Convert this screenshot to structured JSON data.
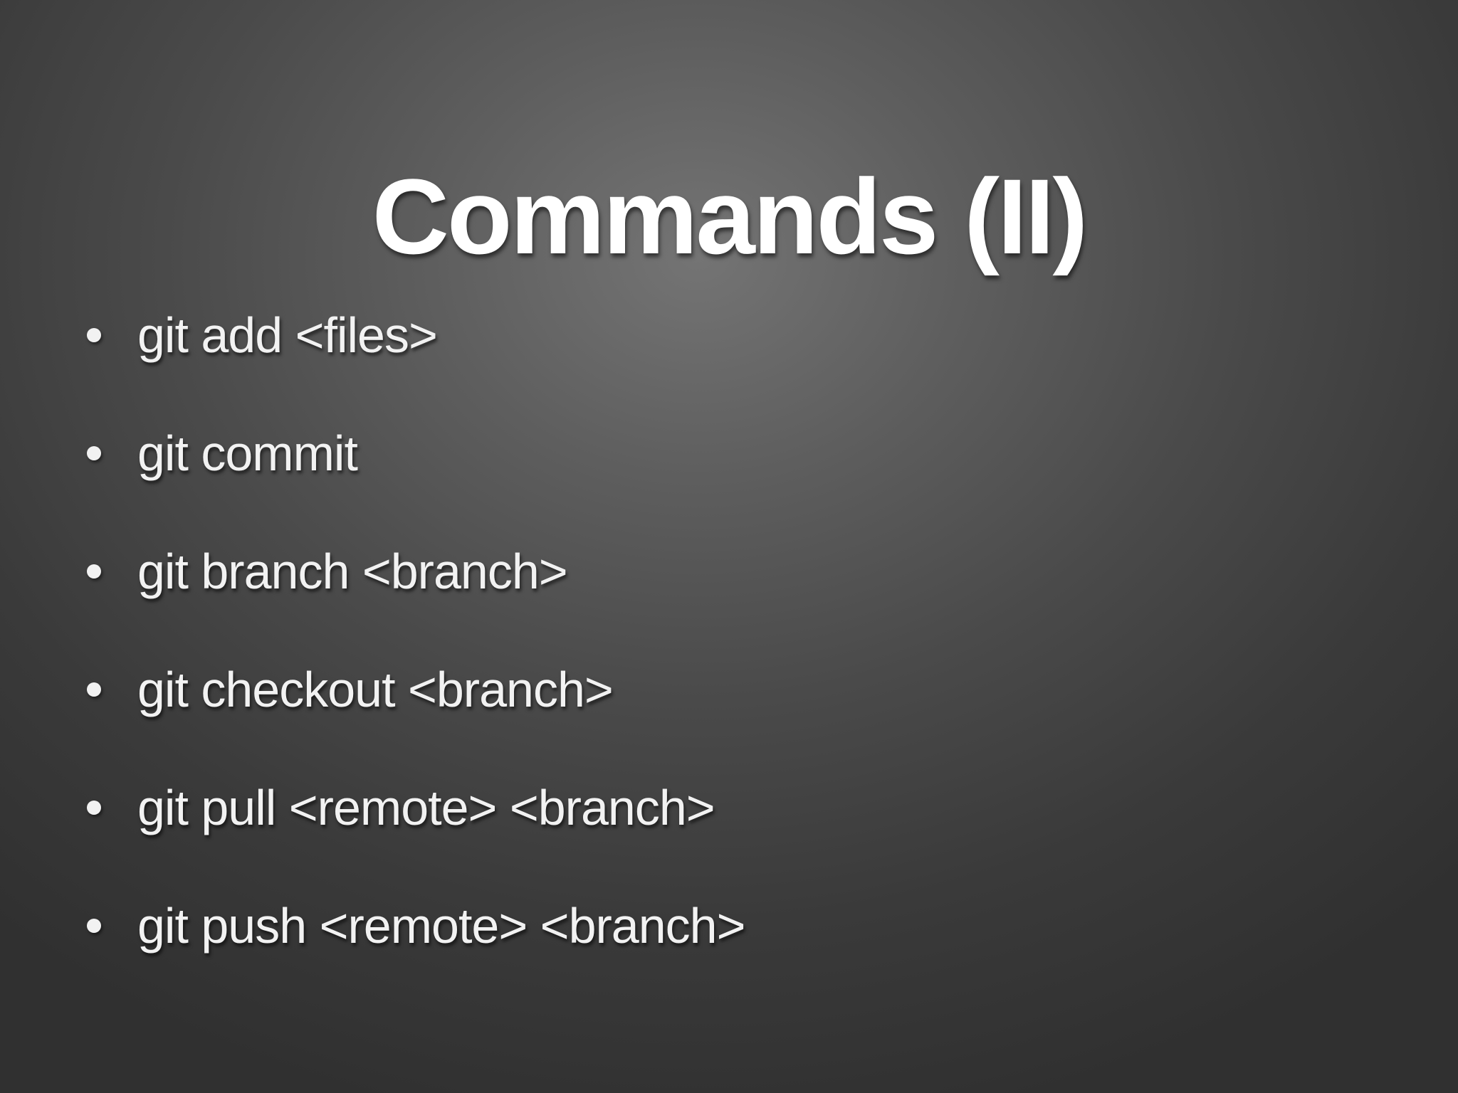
{
  "slide": {
    "title": "Commands (II)",
    "bullets": [
      {
        "text": "git add <files>"
      },
      {
        "text": "git commit"
      },
      {
        "text": "git branch <branch>"
      },
      {
        "text": "git checkout <branch>"
      },
      {
        "text": "git pull <remote> <branch>"
      },
      {
        "text": "git push <remote> <branch>"
      }
    ],
    "colors": {
      "background_center": "#747474",
      "background_edge": "#303030",
      "title_text": "#ffffff",
      "body_text": "#f2f2f2"
    }
  }
}
